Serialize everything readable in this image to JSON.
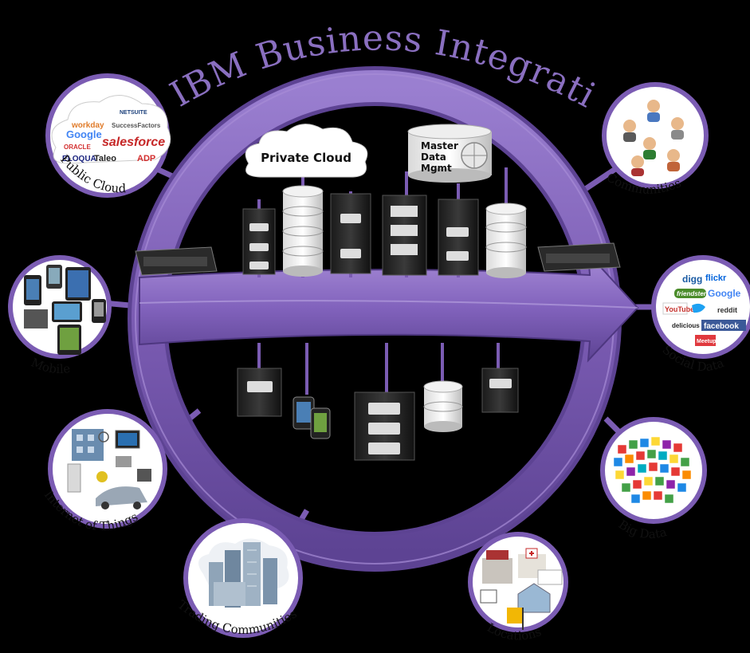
{
  "title": "IBM Business Integration",
  "private_cloud_label": "Private Cloud",
  "master_data": {
    "line1": "Master",
    "line2": "Data",
    "line3": "Mgmt"
  },
  "nodes": {
    "public_cloud": {
      "label": "Public Cloud",
      "logos": [
        "workday",
        "NETSUITE",
        "SuccessFactors",
        "Google",
        "ORACLE",
        "salesforce",
        "ELOQUA",
        "Taleo",
        "ADP"
      ]
    },
    "communities": {
      "label": "Communities"
    },
    "mobile": {
      "label": "Mobile"
    },
    "social_data": {
      "label": "Social Data",
      "logos": [
        "digg",
        "flickr",
        "friendster",
        "Google",
        "YouTube",
        "reddit",
        "delicious",
        "facebook",
        "Meetup"
      ]
    },
    "internet_of_things": {
      "label": "Internet of Things"
    },
    "big_data": {
      "label": "Big Data"
    },
    "trading_communities": {
      "label": "Trading Communities"
    },
    "locations": {
      "label": "Locations"
    }
  },
  "colors": {
    "ring": "#7b5cb3",
    "ring_dark": "#4e3780",
    "ring_light": "#a68bd6",
    "background": "#000000",
    "title": "#8a6fc0"
  }
}
